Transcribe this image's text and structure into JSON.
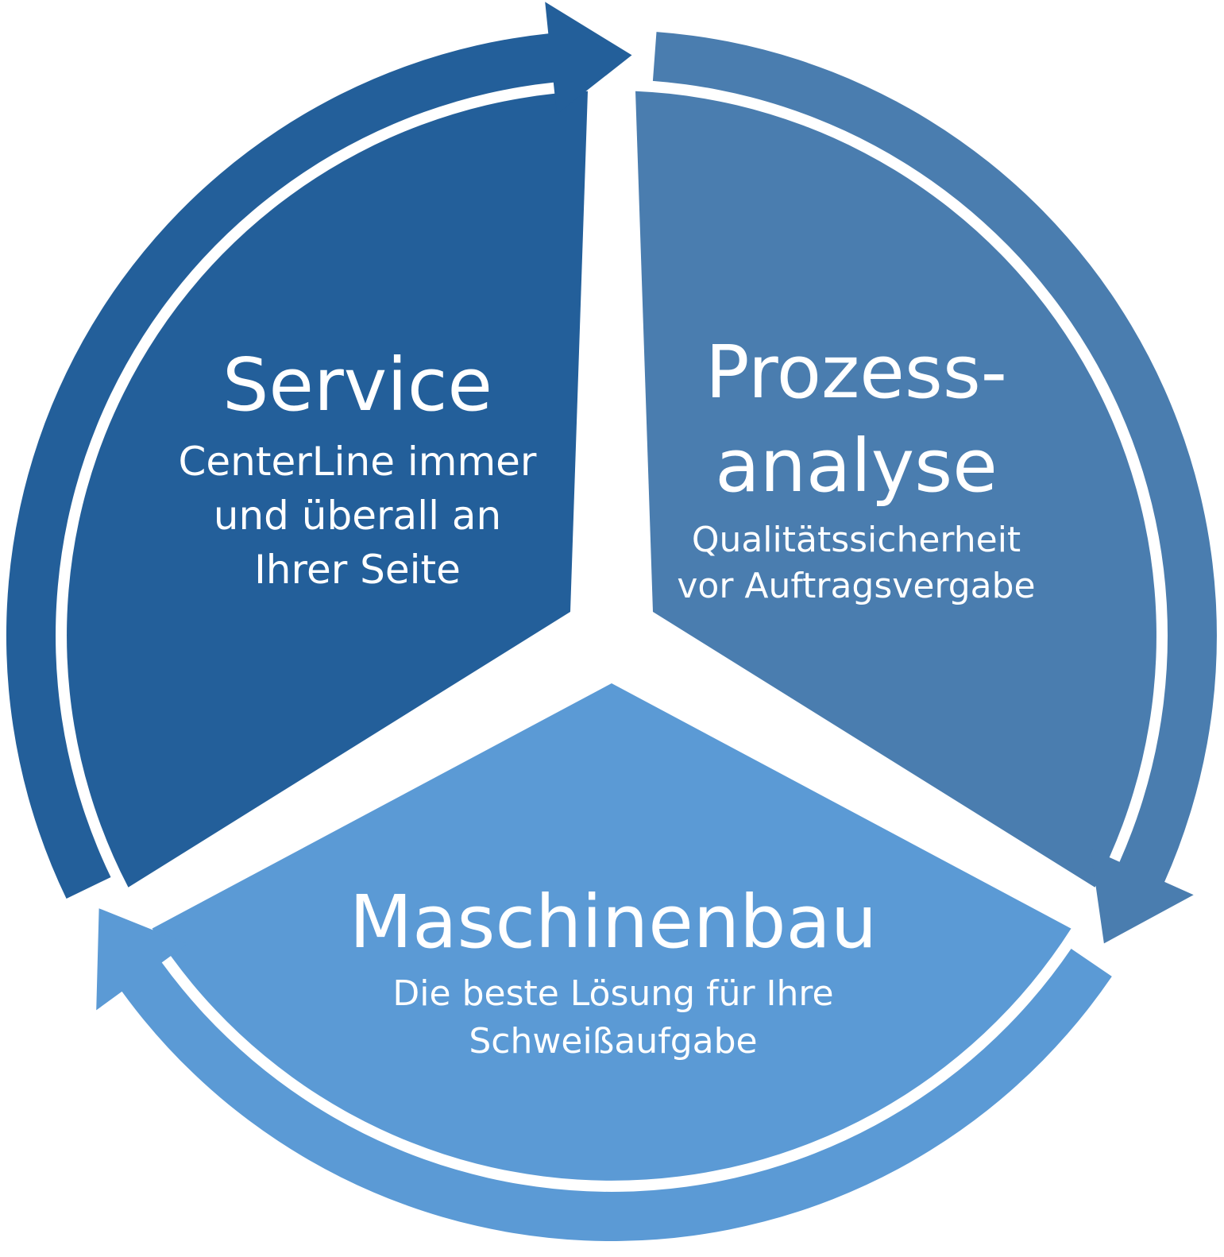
{
  "diagram": {
    "type": "cycle",
    "direction": "clockwise",
    "segments": [
      {
        "id": "service",
        "title": "Service",
        "subtitle_lines": [
          "CenterLine immer",
          "und überall an",
          "Ihrer Seite"
        ],
        "color": "#235F9A"
      },
      {
        "id": "prozessanalyse",
        "title_lines": [
          "Prozess-",
          "analyse"
        ],
        "subtitle_lines": [
          "Qualitätssicherheit",
          "vor Auftragsvergabe"
        ],
        "color": "#4A7DAF"
      },
      {
        "id": "maschinenbau",
        "title": "Maschinenbau",
        "subtitle_lines": [
          "Die beste Lösung für Ihre",
          "Schweißaufgabe"
        ],
        "color": "#5B9AD5"
      }
    ],
    "flow": [
      {
        "from": "service",
        "to": "prozessanalyse"
      },
      {
        "from": "prozessanalyse",
        "to": "maschinenbau"
      },
      {
        "from": "maschinenbau",
        "to": "service"
      }
    ]
  }
}
